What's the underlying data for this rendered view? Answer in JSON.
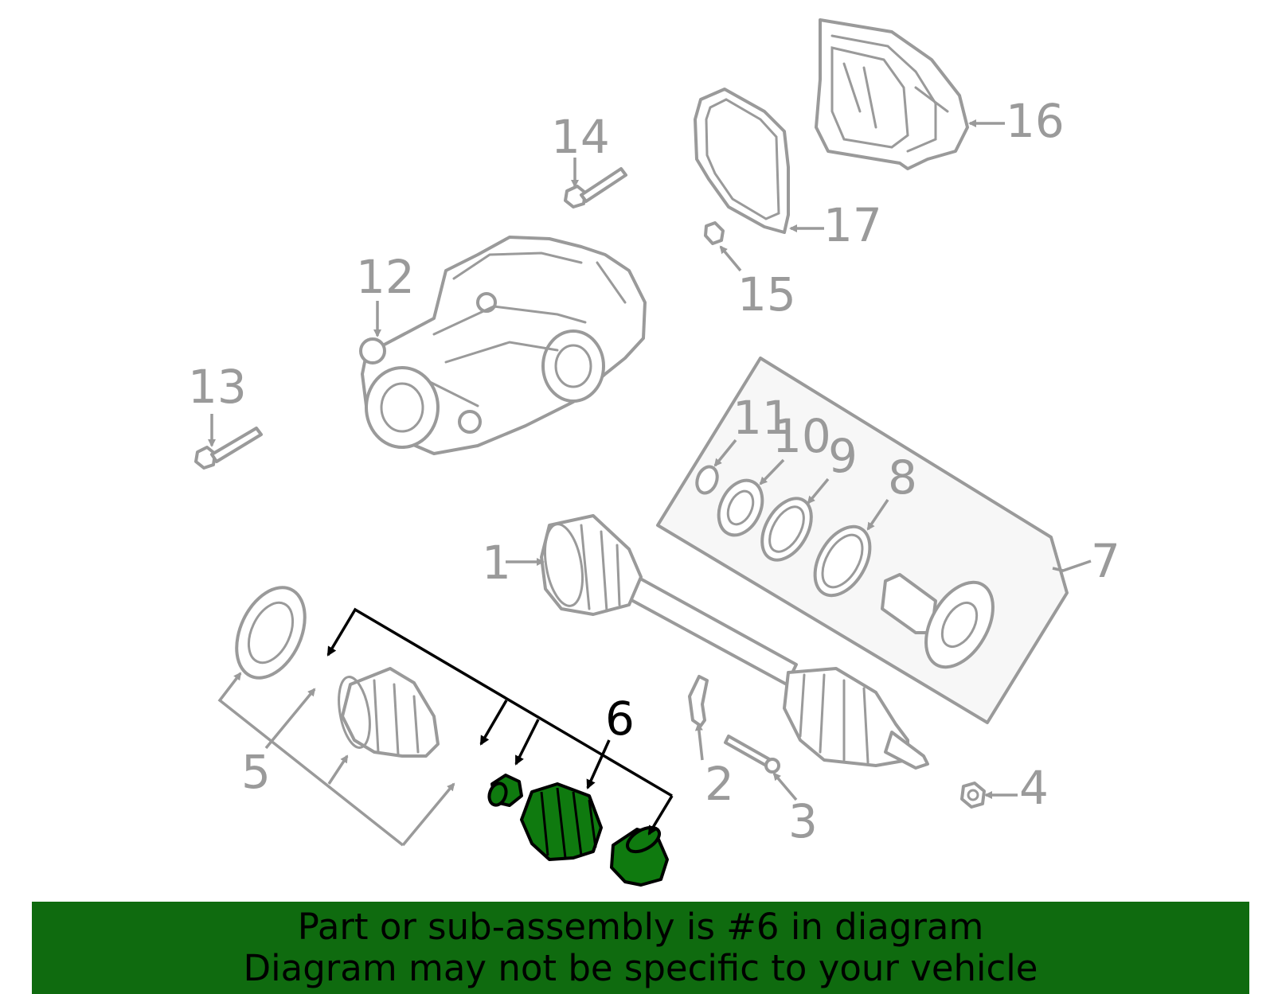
{
  "diagram": {
    "callouts": {
      "n1": "1",
      "n2": "2",
      "n3": "3",
      "n4": "4",
      "n5": "5",
      "n6": "6",
      "n7": "7",
      "n8": "8",
      "n9": "9",
      "n10": "10",
      "n11": "11",
      "n12": "12",
      "n13": "13",
      "n14": "14",
      "n15": "15",
      "n16": "16",
      "n17": "17"
    },
    "highlighted_part": "6"
  },
  "banner": {
    "line1": "Part or sub-assembly is #6 in diagram",
    "line2": "Diagram may not be specific to your vehicle"
  },
  "colors": {
    "highlight": "#0f7a0f",
    "banner": "#0f6b0f",
    "parts_outline": "#9a9a9a"
  }
}
